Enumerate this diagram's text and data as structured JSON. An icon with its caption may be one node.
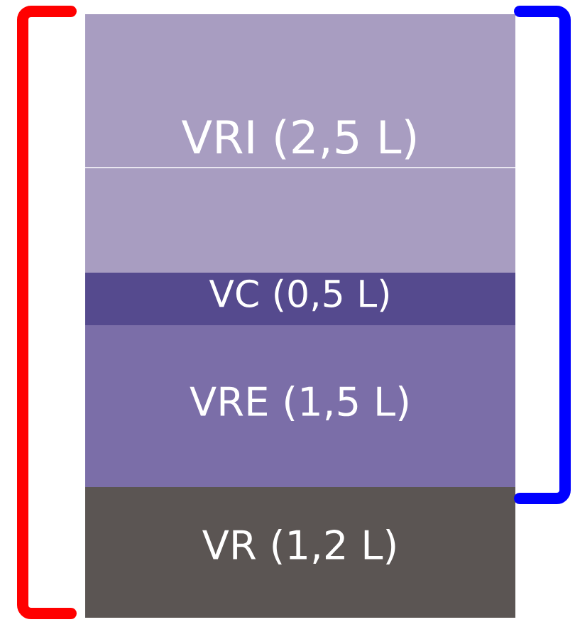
{
  "diagram": {
    "nodes": [
      {
        "text": [
          "VRI (2,5 L)"
        ]
      },
      {
        "text": [
          "VC (0,5 L)"
        ]
      },
      {
        "text": [
          "VRE (1,5 L)"
        ]
      },
      {
        "text": [
          "VR (1,2 L)"
        ]
      }
    ]
  }
}
